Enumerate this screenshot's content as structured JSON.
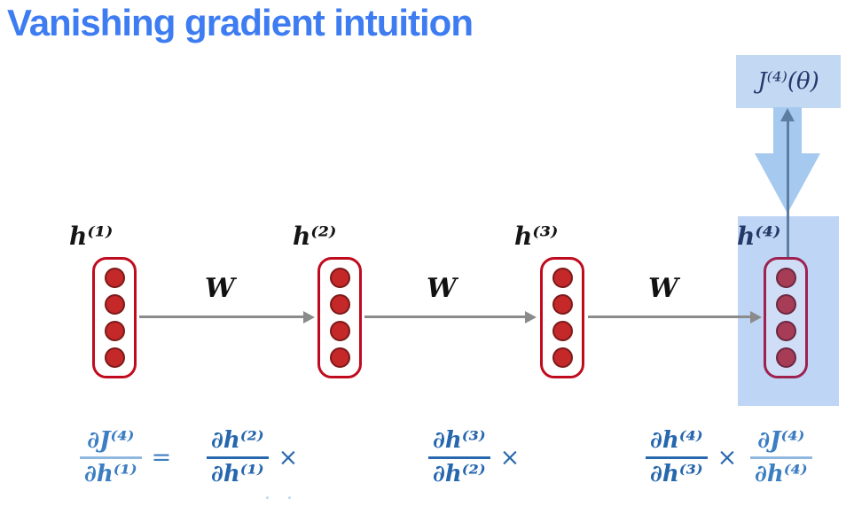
{
  "title": {
    "text": "Vanishing gradient intuition"
  },
  "colors": {
    "title_blue": "#3e7cf2",
    "formula_blue": "#2767ae",
    "loss_box_fill": "#c3d8f3",
    "highlight_fill": "#bed5f6",
    "block_arrow_blue": "#a6c9ef",
    "thin_arrow_slate": "#5e7ea1",
    "node_border_red": "#c00b1e",
    "neuron_fill_red": "#c52828",
    "tinted_node_border": "#9e2150",
    "tinted_neuron_fill": "#a63c55",
    "recurrence_arrow_gray": "#8b8b8b"
  },
  "diagram": {
    "loss_label": "J⁽⁴⁾(θ)",
    "nodes": [
      {
        "label": "h⁽¹⁾",
        "neurons": 4,
        "highlighted": false
      },
      {
        "label": "h⁽²⁾",
        "neurons": 4,
        "highlighted": false
      },
      {
        "label": "h⁽³⁾",
        "neurons": 4,
        "highlighted": false
      },
      {
        "label": "h⁽⁴⁾",
        "neurons": 4,
        "highlighted": true
      }
    ],
    "weight_labels": [
      "W",
      "W",
      "W"
    ]
  },
  "equation": {
    "fractions": [
      {
        "num": "∂J⁽⁴⁾",
        "den": "∂h⁽¹⁾",
        "op": "="
      },
      {
        "num": "∂h⁽²⁾",
        "den": "∂h⁽¹⁾",
        "op": "×"
      },
      {
        "num": "∂h⁽³⁾",
        "den": "∂h⁽²⁾",
        "op": "×"
      },
      {
        "num": "∂h⁽⁴⁾",
        "den": "∂h⁽³⁾",
        "op": "×"
      },
      {
        "num": "∂J⁽⁴⁾",
        "den": "∂h⁽⁴⁾",
        "op": ""
      }
    ],
    "ellipsis_hint": "· ·"
  }
}
